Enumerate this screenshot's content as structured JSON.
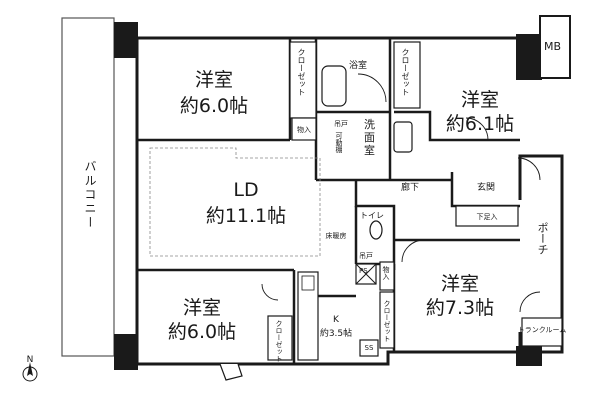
{
  "rooms": {
    "yoshitsu_nw": {
      "name": "洋室",
      "size": "約6.0帖"
    },
    "yoshitsu_ne": {
      "name": "洋室",
      "size": "約6.1帖"
    },
    "ld": {
      "name": "LD",
      "size": "約11.1帖"
    },
    "yoshitsu_sw": {
      "name": "洋室",
      "size": "約6.0帖"
    },
    "yoshitsu_se": {
      "name": "洋室",
      "size": "約7.3帖"
    },
    "kitchen": {
      "name": "K",
      "size": "約3.5帖"
    }
  },
  "labels": {
    "balcony": "バルコニー",
    "mb": "MB",
    "bath": "浴室",
    "wash": "洗面室",
    "hallway": "廊下",
    "genkan": "玄関",
    "shoe": "下足入",
    "porch": "ポーチ",
    "trunk_room": "トランクルーム",
    "toilet": "トイレ",
    "closet": "クローゼット",
    "storage": "物入",
    "hanging": "吊戸",
    "movable_shelf": "可動棚",
    "floor_heating": "床暖房",
    "hanging2": "吊戸",
    "ps": "PS",
    "ss": "SS",
    "north": "N"
  }
}
